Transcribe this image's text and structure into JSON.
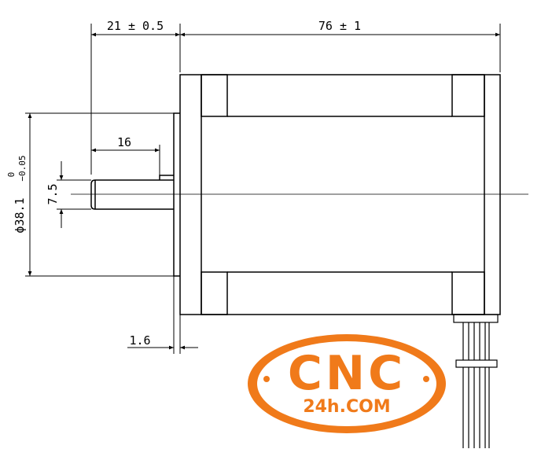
{
  "dimensions": {
    "shaft_length_total": "21 ± 0.5",
    "body_length": "76 ± 1",
    "shaft_visible_length": "16",
    "flange_thickness": "1.6",
    "shaft_diameter": "7.5",
    "pilot_diameter_main": "ϕ38.1",
    "pilot_tol_upper": "0",
    "pilot_tol_lower": "−0.05"
  },
  "logo": {
    "name": "CNC",
    "domain": "24h.COM",
    "colors": {
      "main": "#f07a1a",
      "dark": "#e0620f",
      "light": "#fde6d3"
    }
  }
}
